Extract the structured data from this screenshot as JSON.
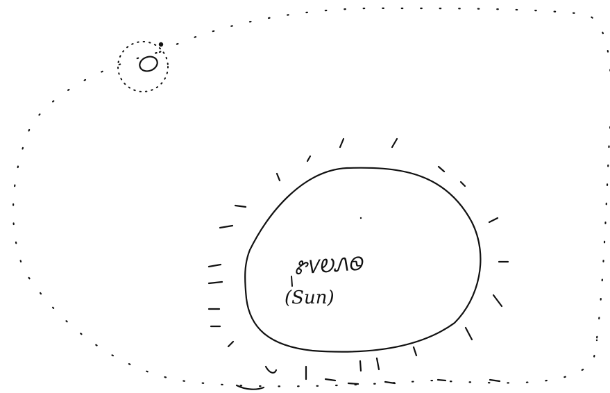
{
  "sun": {
    "label": "Sun",
    "label_display": "(Sun)",
    "label_script": "ᏑᏙᎧᏁᏫ"
  },
  "planet": {
    "symbol": "○",
    "moon_symbol": "•"
  },
  "ink_color": "#111111"
}
